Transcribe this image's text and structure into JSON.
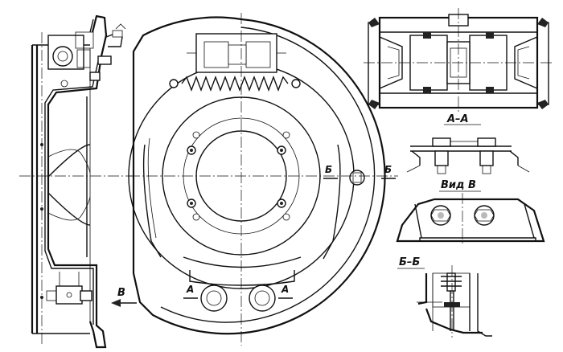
{
  "labels": {
    "section_a": "А–А",
    "view_v": "Вид В",
    "section_b": "Б–Б",
    "arrow_v": "В",
    "cut_a_left": "А",
    "cut_a_right": "А",
    "cut_b_left": "Б",
    "cut_b_right": "Б"
  }
}
